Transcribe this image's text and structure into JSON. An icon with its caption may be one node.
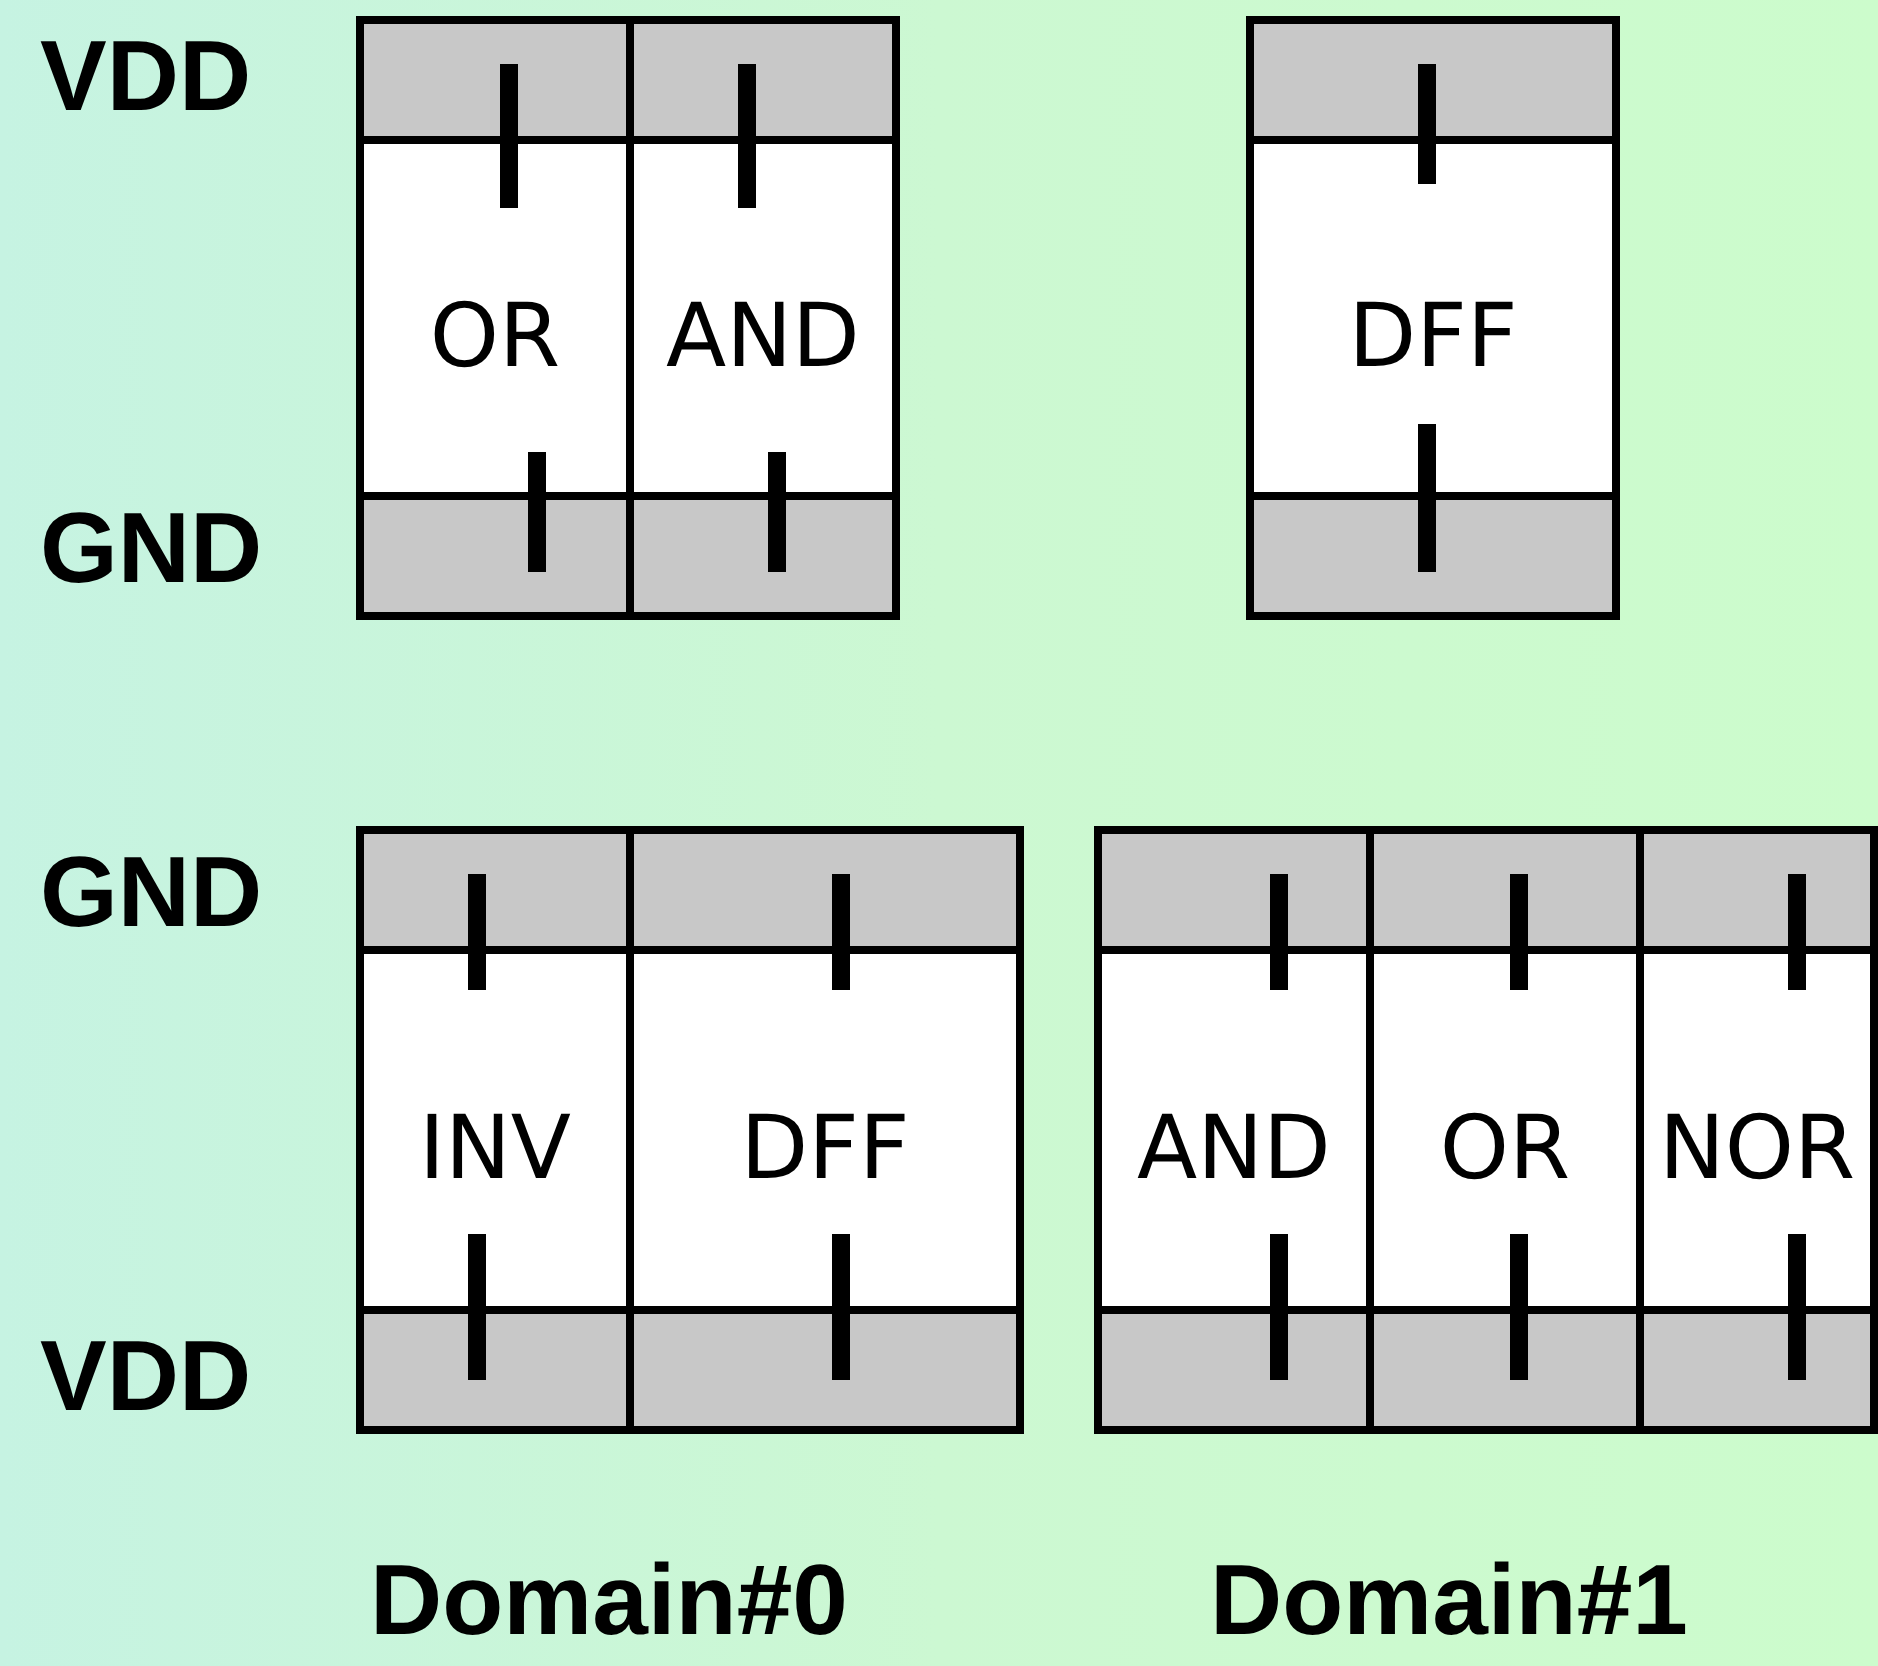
{
  "diagram": {
    "nodes": [
      {
        "text": [
          "OR"
        ]
      },
      {
        "text": [
          "AND"
        ]
      },
      {
        "text": [
          "DFF"
        ]
      },
      {
        "text": [
          "INV"
        ]
      },
      {
        "text": [
          "DFF"
        ]
      },
      {
        "text": [
          "AND"
        ]
      },
      {
        "text": [
          "OR"
        ]
      },
      {
        "text": [
          "NOR"
        ]
      }
    ],
    "edges": [],
    "labels": [
      "VDD",
      "GND",
      "GND",
      "VDD",
      "Domain#0",
      "Domain#1"
    ]
  }
}
